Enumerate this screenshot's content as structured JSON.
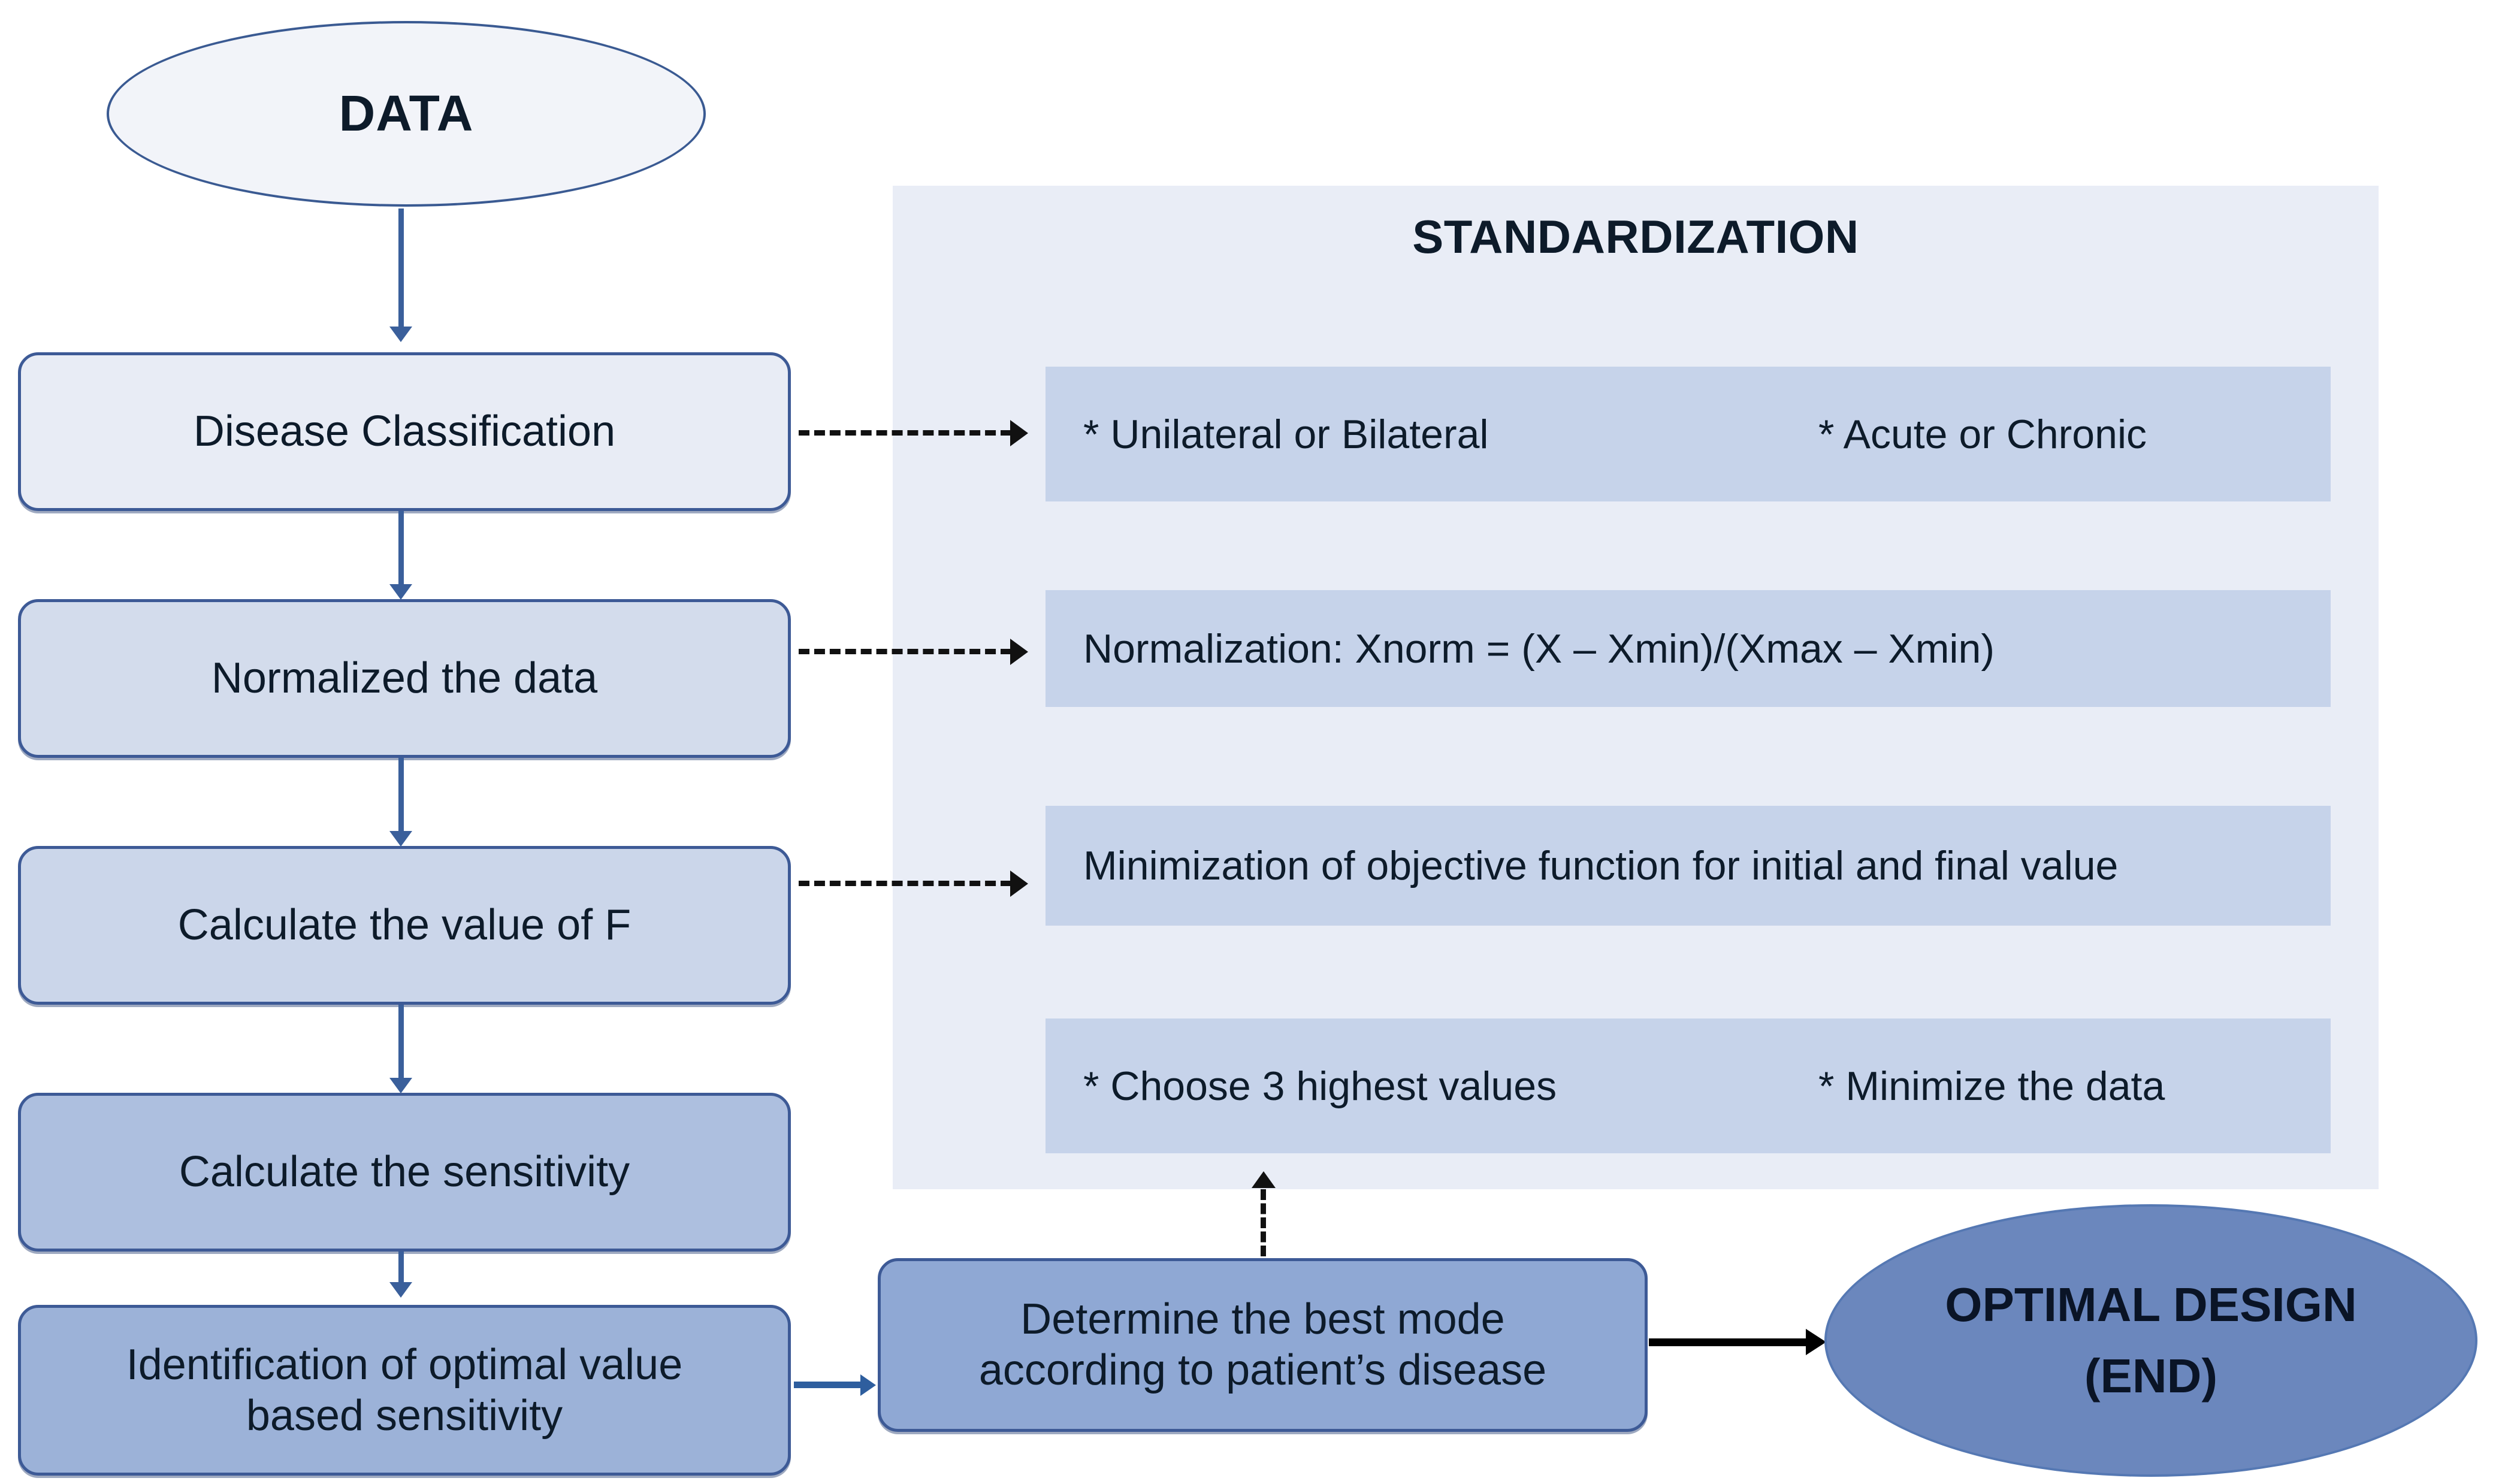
{
  "diagram": {
    "start_node": {
      "label": "DATA"
    },
    "end_node": {
      "line1": "OPTIMAL DESIGN",
      "line2": "(END)"
    },
    "process_steps": [
      {
        "label": "Disease Classification"
      },
      {
        "label": "Normalized the data"
      },
      {
        "label": "Calculate the value of F"
      },
      {
        "label": "Calculate the sensitivity"
      },
      {
        "line1": "Identification of optimal value",
        "line2": "based sensitivity"
      },
      {
        "line1": "Determine the best mode",
        "line2": "according to patient’s disease"
      }
    ],
    "standardization": {
      "title": "STANDARDIZATION",
      "rows": [
        {
          "col_a": "* Unilateral  or Bilateral",
          "col_b": "* Acute or Chronic"
        },
        {
          "col_a": "Normalization:  Xnorm = (X – Xmin)/(Xmax – Xmin)",
          "col_b": ""
        },
        {
          "col_a": "Minimization of objective function for initial and final value",
          "col_b": ""
        },
        {
          "col_a": "* Choose 3 highest values",
          "col_b": "* Minimize the data"
        }
      ]
    },
    "colors": {
      "panel_background": "#e9edf6",
      "row_background": "#c6d3ea",
      "node_border": "#3d5a96",
      "arrow_blue": "#2e5e9e",
      "arrow_black": "#111111",
      "end_node_fill": "#6b87bd"
    }
  }
}
